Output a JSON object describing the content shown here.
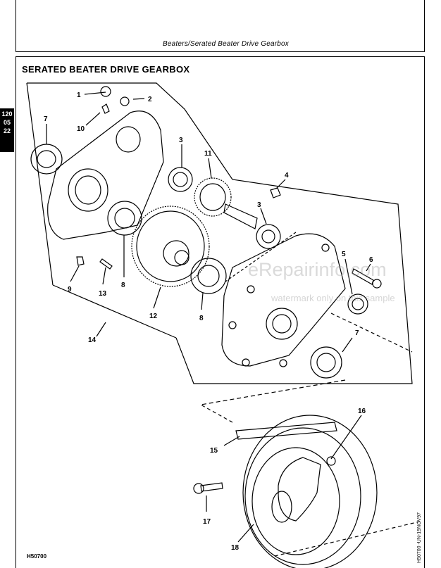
{
  "header": {
    "section_text": "Beaters/Serated Beater Drive Gearbox"
  },
  "title": "SERATED BEATER DRIVE GEARBOX",
  "side_tab": {
    "line1": "120",
    "line2": "05",
    "line3": "22"
  },
  "figure_code": "H50700",
  "vertical_code": "H50700 -UN-19NOV97",
  "watermark": {
    "line1": "eRepairinfo.com",
    "line2": "watermark only on this sample"
  },
  "callouts": {
    "c1": "1",
    "c2": "2",
    "c3a": "3",
    "c3b": "3",
    "c4": "4",
    "c5": "5",
    "c6": "6",
    "c7a": "7",
    "c7b": "7",
    "c8a": "8",
    "c8b": "8",
    "c9": "9",
    "c10": "10",
    "c11": "11",
    "c12": "12",
    "c13": "13",
    "c14": "14",
    "c15": "15",
    "c16": "16",
    "c17": "17",
    "c18": "18"
  }
}
